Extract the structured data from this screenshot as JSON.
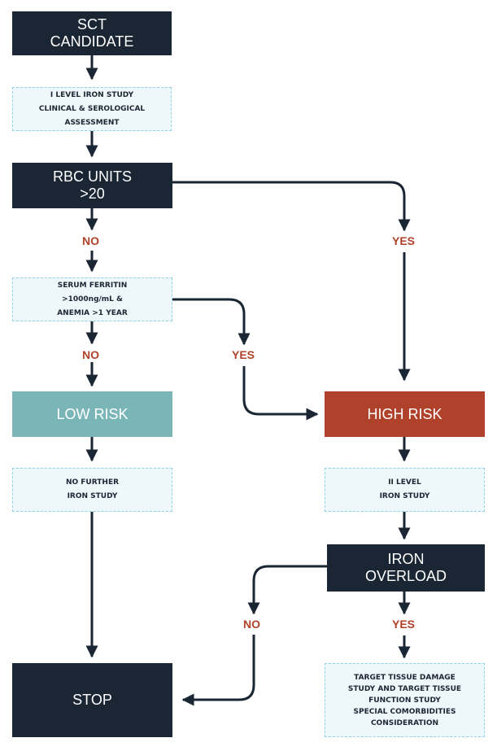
{
  "colors": {
    "dark": "#1b2634",
    "teal": "#7ab6b7",
    "red": "#b0412a",
    "info_bg": "#eef8fb",
    "info_border": "#8fd3e6"
  },
  "nodes": {
    "sct_candidate": "SCT\nCANDIDATE",
    "level1_study": "I LEVEL IRON STUDY\nCLINICAL & SEROLOGICAL\nASSESSMENT",
    "rbc_units": "RBC UNITS\n>20",
    "serum_ferritin": "SERUM FERRITIN\n>1000ng/mL &\nANEMIA >1 YEAR",
    "low_risk": "LOW RISK",
    "high_risk": "HIGH RISK",
    "no_further": "NO FURTHER\nIRON STUDY",
    "level2_study": "II LEVEL\nIRON STUDY",
    "iron_overload": "IRON\nOVERLOAD",
    "stop": "STOP",
    "target_tissue": "TARGET TISSUE DAMAGE\nSTUDY AND TARGET TISSUE\nFUNCTION STUDY\nSPECIAL COMORBIDITIES\nCONSIDERATION"
  },
  "labels": {
    "rbc_no": "NO",
    "rbc_yes": "YES",
    "ferritin_no": "NO",
    "ferritin_yes": "YES",
    "overload_no": "NO",
    "overload_yes": "YES"
  }
}
